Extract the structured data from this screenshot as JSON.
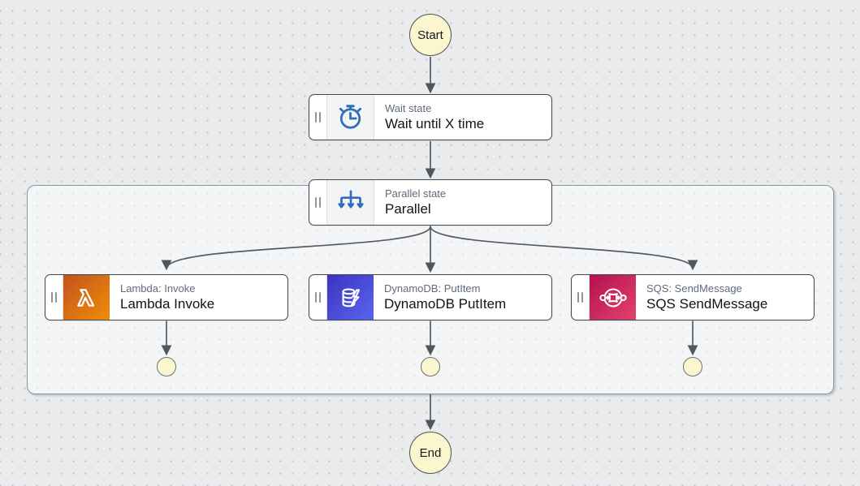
{
  "workflow": {
    "start_label": "Start",
    "end_label": "End",
    "states": {
      "wait": {
        "type_label": "Wait state",
        "name": "Wait until X time"
      },
      "parallel": {
        "type_label": "Parallel state",
        "name": "Parallel"
      },
      "branches": [
        {
          "type_label": "Lambda: Invoke",
          "name": "Lambda Invoke",
          "icon": "lambda-icon"
        },
        {
          "type_label": "DynamoDB: PutItem",
          "name": "DynamoDB PutItem",
          "icon": "dynamodb-icon"
        },
        {
          "type_label": "SQS: SendMessage",
          "name": "SQS SendMessage",
          "icon": "sqs-icon"
        }
      ]
    }
  },
  "colors": {
    "canvas_background": "#E9EBEC",
    "grid_dot": "#C4C8CC",
    "node_border": "#3F4850",
    "connector": "#545B64",
    "terminal_fill": "#FBF6CE",
    "state_icon_blue": "#2E6FB7",
    "type_label_text": "#5F6B7A",
    "name_text": "#0F141A",
    "lambda_gradient": [
      "#C3531C",
      "#EF8D09"
    ],
    "dynamodb_gradient": [
      "#3B34C0",
      "#5A64EE"
    ],
    "sqs_gradient": [
      "#B4114E",
      "#E2426E"
    ],
    "group_border": "#8A949B"
  }
}
